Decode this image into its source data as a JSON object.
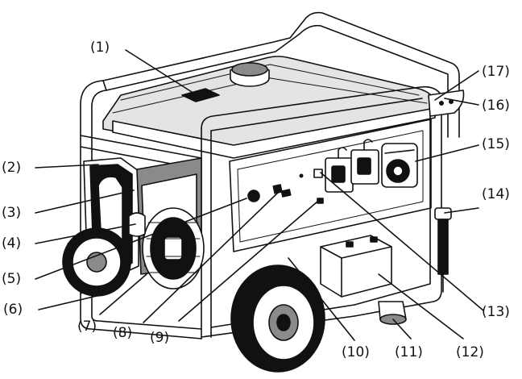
{
  "labels": [
    "(1)",
    "(2)",
    "(3)",
    "(4)",
    "(5)",
    "(6)",
    "(7)",
    "(8)",
    "(9)",
    "(10)",
    "(11)",
    "(12)",
    "(13)",
    "(14)",
    "(15)",
    "(16)",
    "(17)"
  ]
}
